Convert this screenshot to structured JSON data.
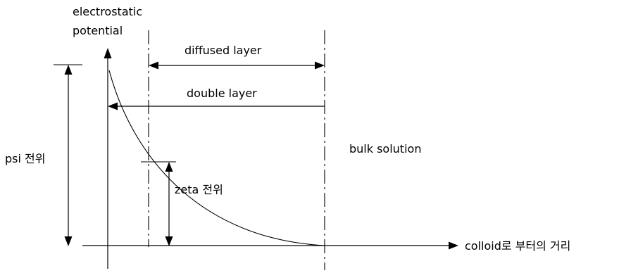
{
  "labels": {
    "y_axis_line1": "electrostatic",
    "y_axis_line2": "potential",
    "x_axis": "colloid로 부터의 거리",
    "diffused_layer": "diffused layer",
    "double_layer": "double layer",
    "bulk_solution": "bulk solution",
    "psi_potential": "psi 전위",
    "zeta_potential": "zeta 전위"
  },
  "colors": {
    "ink": "#000000",
    "background": "#ffffff"
  }
}
